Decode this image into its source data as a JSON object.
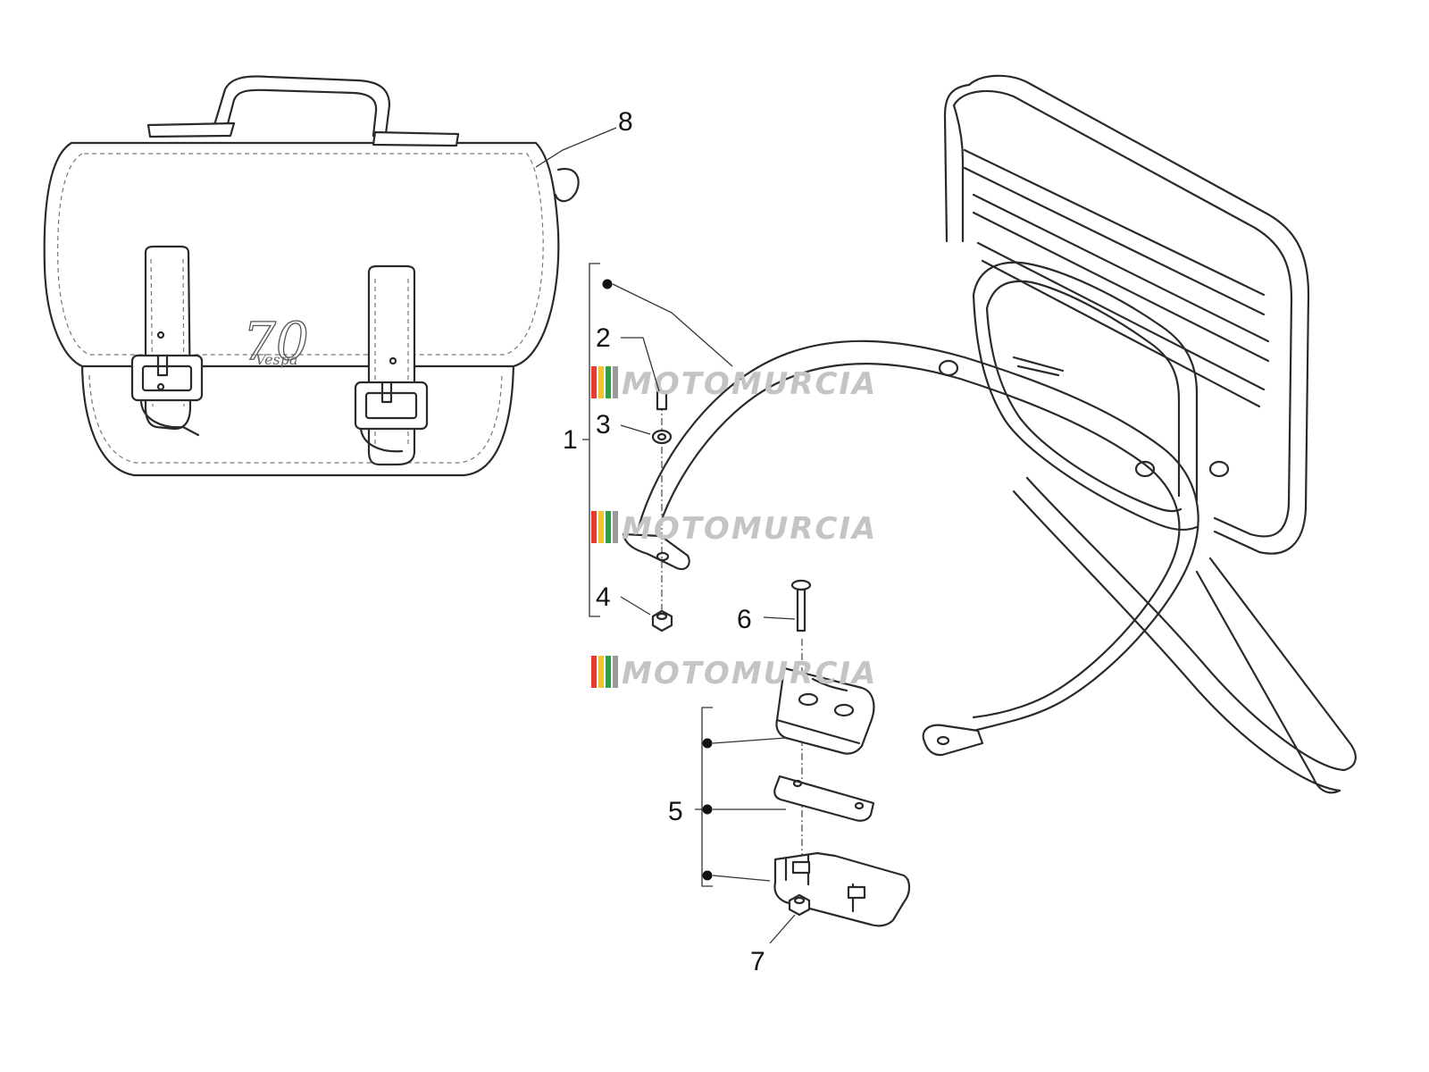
{
  "diagram": {
    "callouts": [
      {
        "id": "c1",
        "label": "1"
      },
      {
        "id": "c2",
        "label": "2"
      },
      {
        "id": "c3",
        "label": "3"
      },
      {
        "id": "c4",
        "label": "4"
      },
      {
        "id": "c5",
        "label": "5"
      },
      {
        "id": "c6",
        "label": "6"
      },
      {
        "id": "c7",
        "label": "7"
      },
      {
        "id": "c8",
        "label": "8"
      }
    ],
    "bag_logo": {
      "number": "70",
      "script": "Vespa"
    },
    "watermark": {
      "text": "MOTOMURCIA",
      "stripe_colors": [
        "#e63b2e",
        "#f4c430",
        "#2f9e44",
        "#9a9a9a"
      ],
      "text_color": "#c4c4c4"
    }
  }
}
